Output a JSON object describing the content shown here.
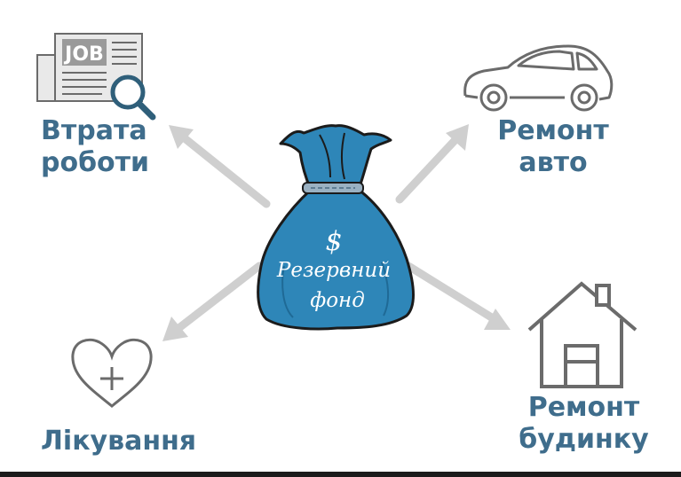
{
  "labels": {
    "job_loss": [
      "Втрата",
      "роботи"
    ],
    "car_repair": [
      "Ремонт",
      "авто"
    ],
    "treatment": "Лікування",
    "house_repair": [
      "Ремонт",
      "будинку"
    ]
  },
  "bag": {
    "symbol": "$",
    "line1": "Резервний",
    "line2": "фонд"
  },
  "newspaper_label": "JOB",
  "colors": {
    "label": "#3f6d8c",
    "bag": "#2e86b8",
    "arrow": "#cfcfcf",
    "icon": "#6b6b6b",
    "magnifier": "#2f5f7a"
  }
}
